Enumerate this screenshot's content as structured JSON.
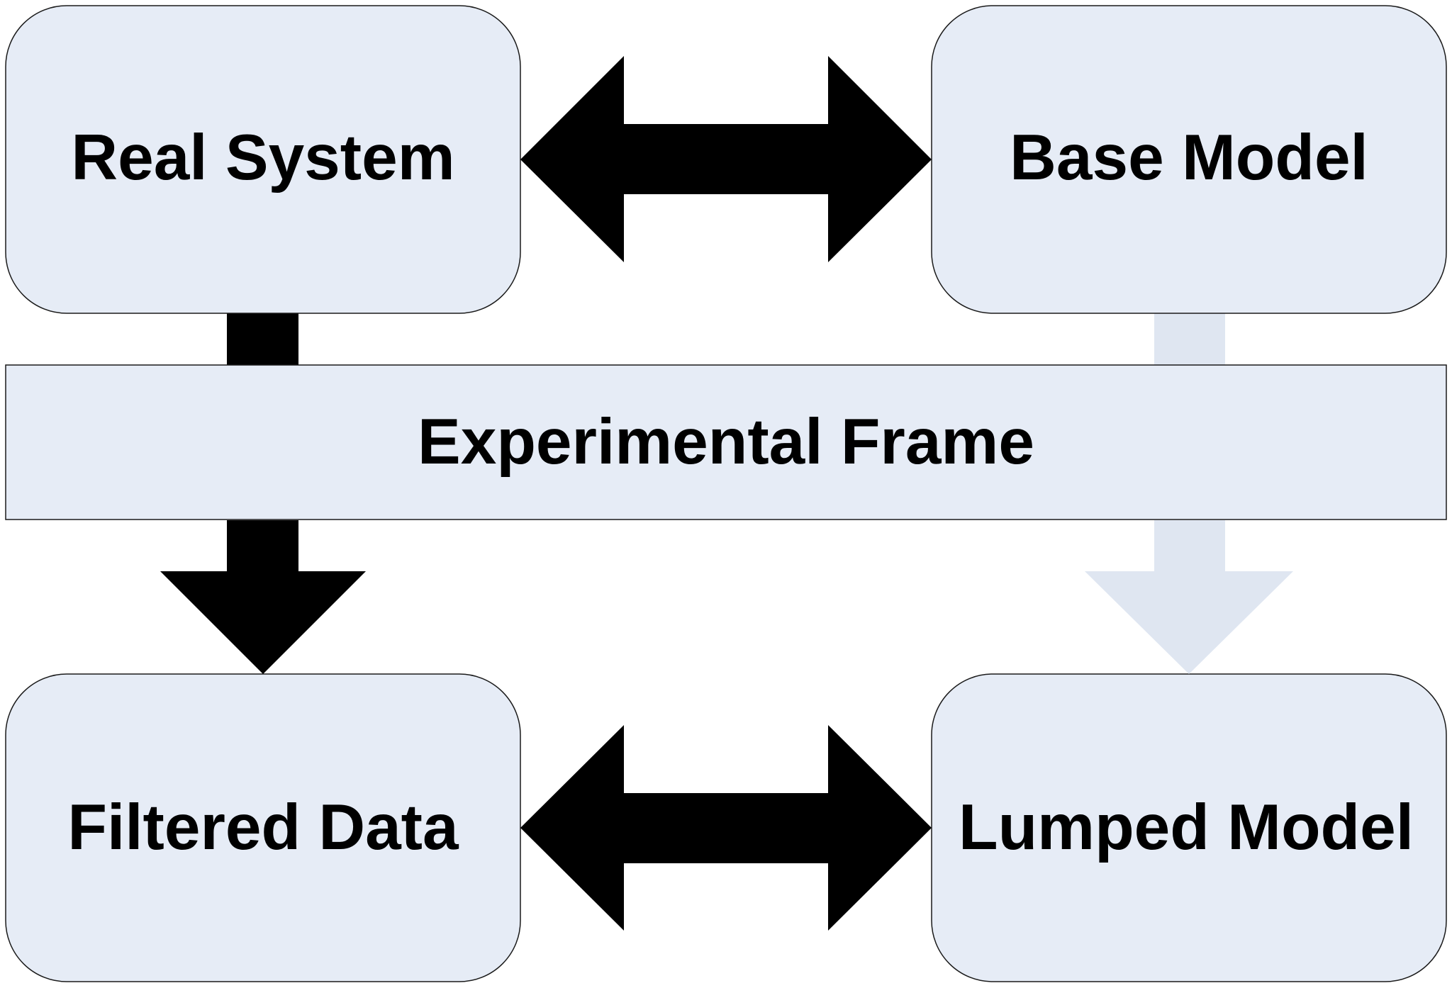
{
  "nodes": {
    "real_system": {
      "label": "Real System"
    },
    "base_model": {
      "label": "Base Model"
    },
    "experimental_frame": {
      "label": "Experimental Frame"
    },
    "filtered_data": {
      "label": "Filtered Data"
    },
    "lumped_model": {
      "label": "Lumped Model"
    }
  },
  "edges": [
    {
      "from": "Real System",
      "to": "Base Model",
      "direction": "both"
    },
    {
      "from": "Real System",
      "to": "Filtered Data",
      "via": "Experimental Frame",
      "direction": "forward"
    },
    {
      "from": "Base Model",
      "to": "Lumped Model",
      "via": "Experimental Frame",
      "direction": "forward",
      "style": "faded"
    },
    {
      "from": "Filtered Data",
      "to": "Lumped Model",
      "direction": "both"
    }
  ],
  "colors": {
    "node_fill": "#e6ecf6",
    "node_stroke": "#1a1a1a",
    "arrow": "#000000",
    "faded_arrow": "#dfe6f1",
    "text": "#000000"
  }
}
